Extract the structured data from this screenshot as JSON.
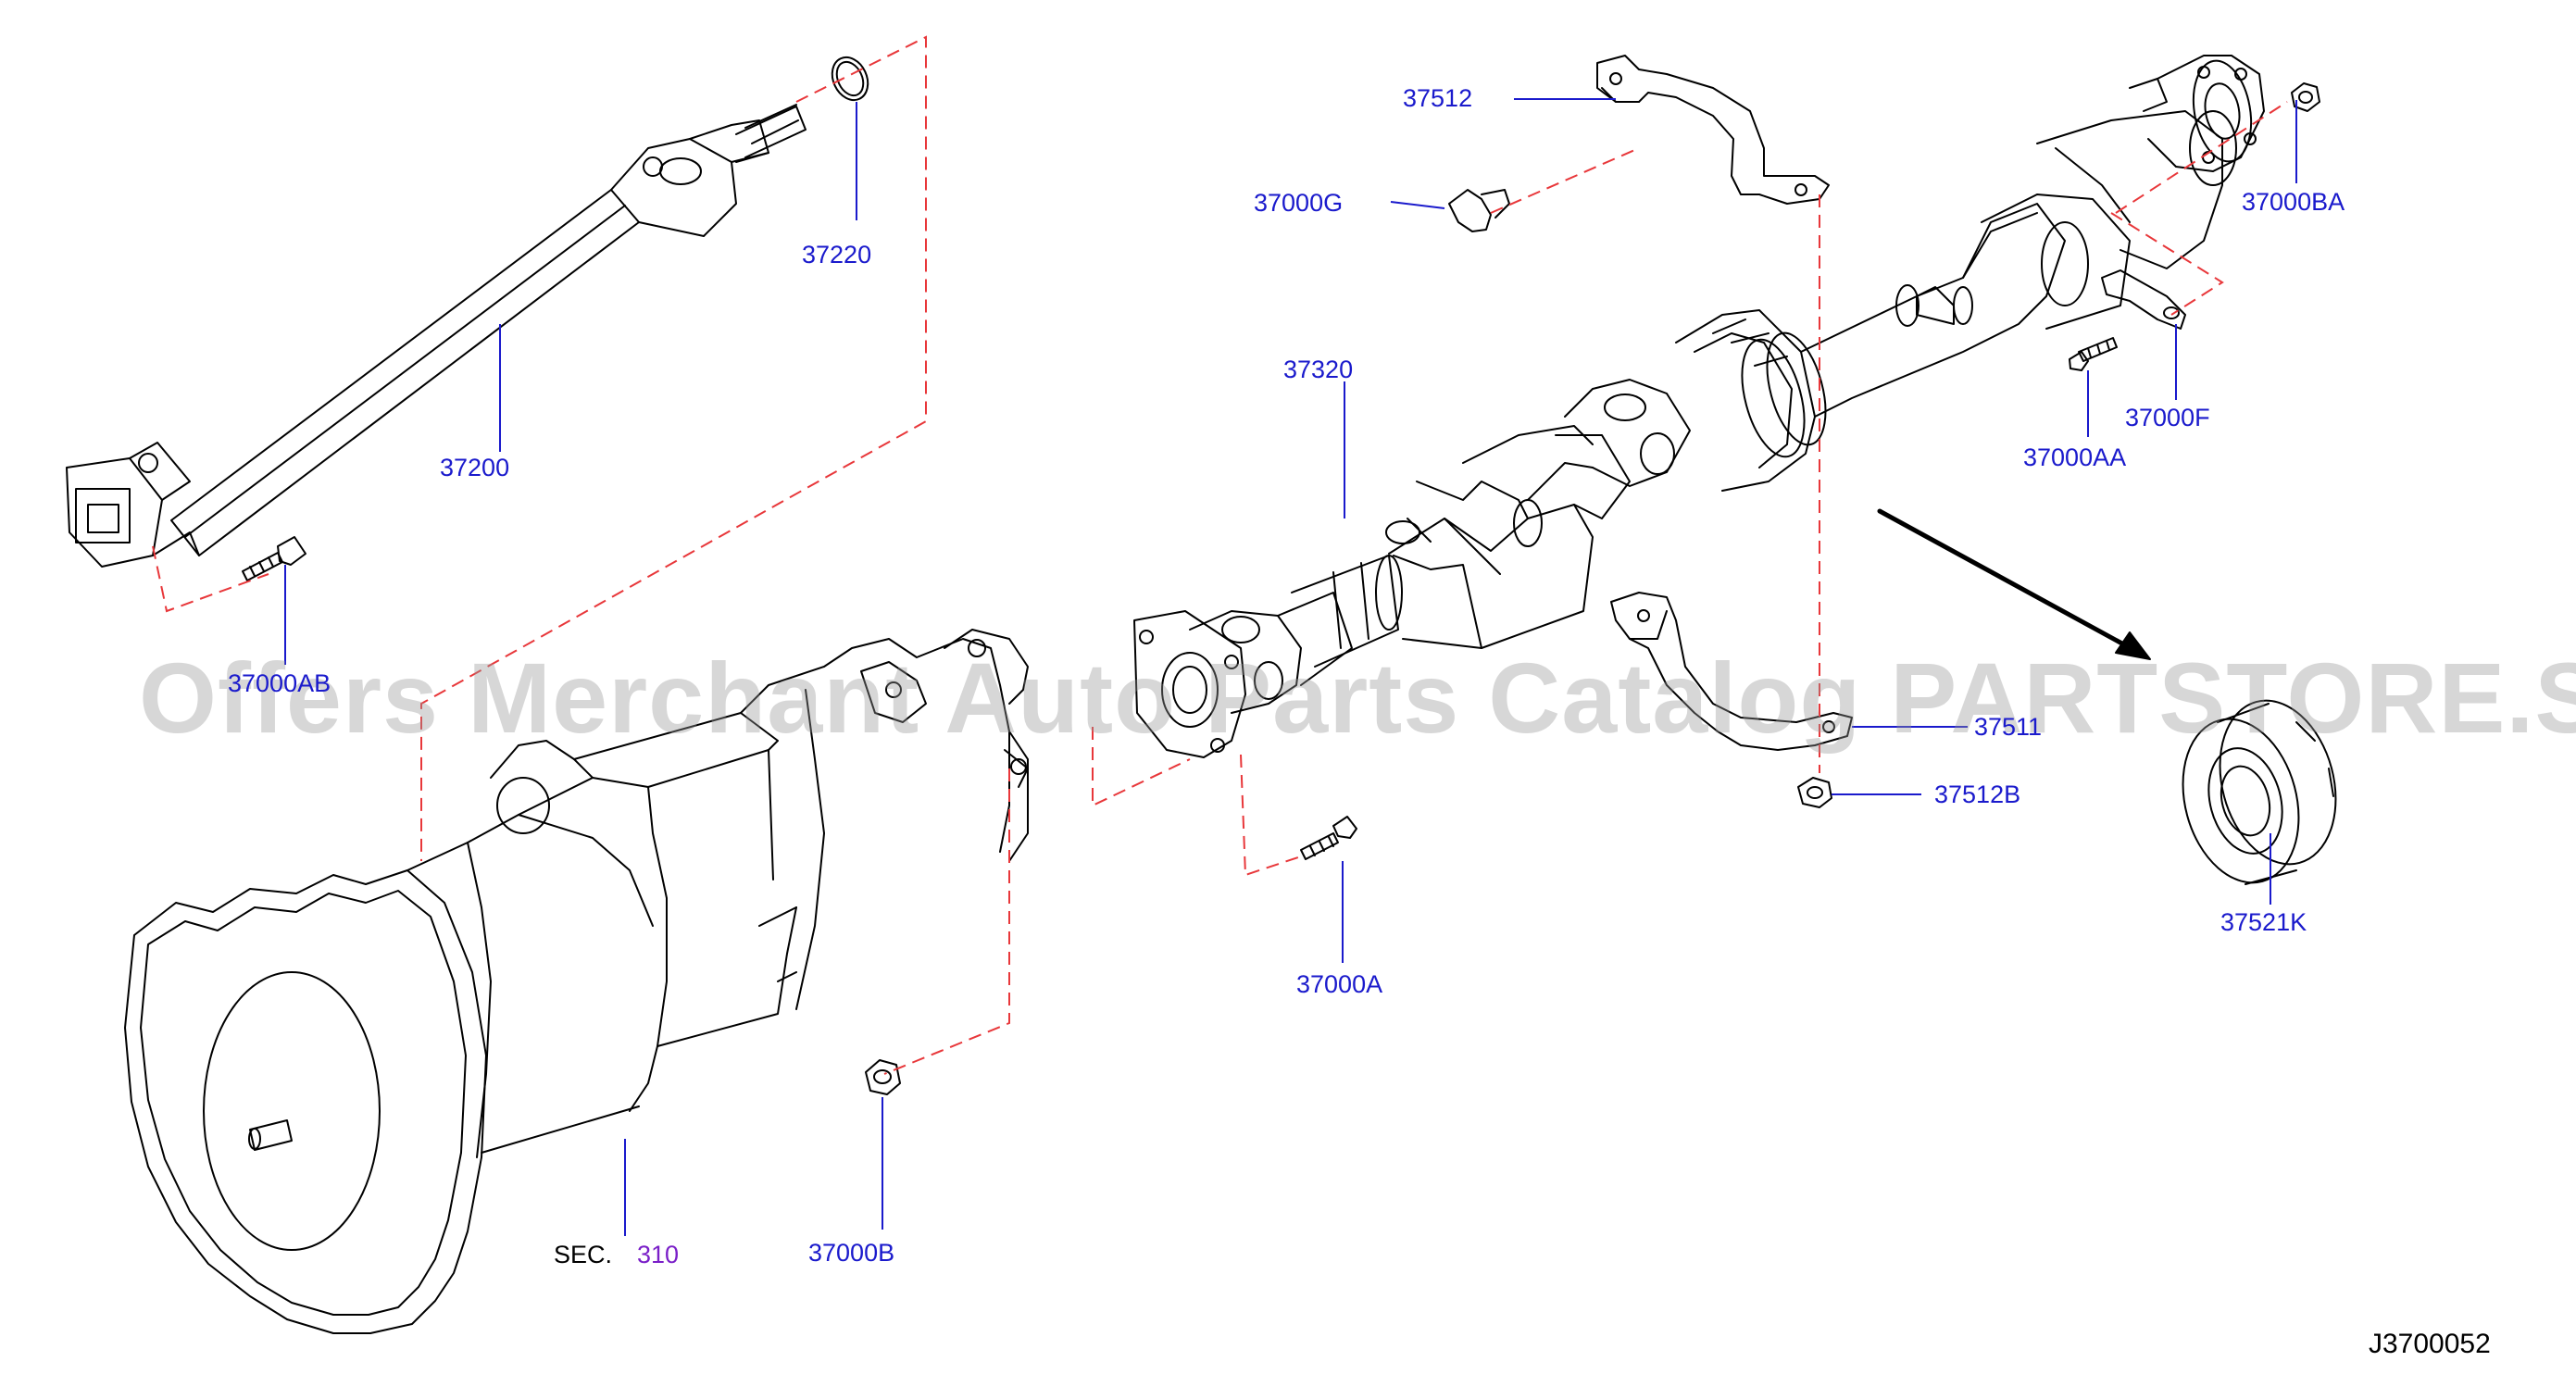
{
  "callouts": {
    "p37220": "37220",
    "p37200": "37200",
    "p37000AB": "37000AB",
    "p37512": "37512",
    "p37000G": "37000G",
    "p37000BA": "37000BA",
    "p37320": "37320",
    "p37000F": "37000F",
    "p37000AA": "37000AA",
    "p37511": "37511",
    "p37512B": "37512B",
    "p37521K": "37521K",
    "p37000A": "37000A",
    "p37000B": "37000B"
  },
  "section_ref": {
    "prefix": "SEC.",
    "number": "310"
  },
  "diagram_code": "J3700052",
  "watermark": "Offers Merchant Auto Parts Catalog PARTSTORE.SA",
  "colors": {
    "callout": "#1a1acc",
    "section_number": "#7a1fc8",
    "leader_dashed": "#e8373a",
    "line": "#000000"
  }
}
